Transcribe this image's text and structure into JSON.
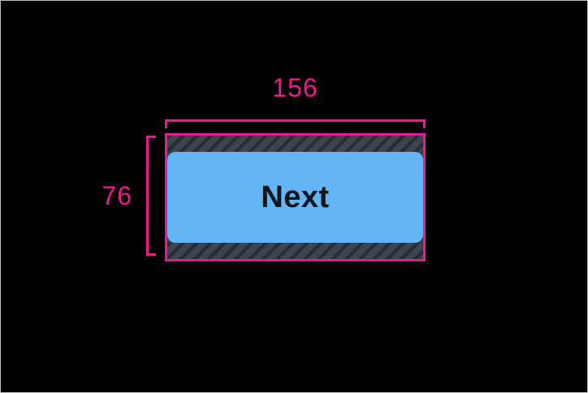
{
  "frame": {
    "description": "black screenshot canvas with light gray border"
  },
  "annotations": {
    "width_label": "156",
    "height_label": "76"
  },
  "button": {
    "label": "Next"
  },
  "colors": {
    "accent": "#ec1a90",
    "canvas": "#000000",
    "frame_border": "#bdbdbd",
    "button_fill": "#64b5f6",
    "button_text": "#10151b",
    "box_inner_bg": "#353b44",
    "hatch_base": "#3d444e",
    "hatch_stripe": "#272c34"
  }
}
